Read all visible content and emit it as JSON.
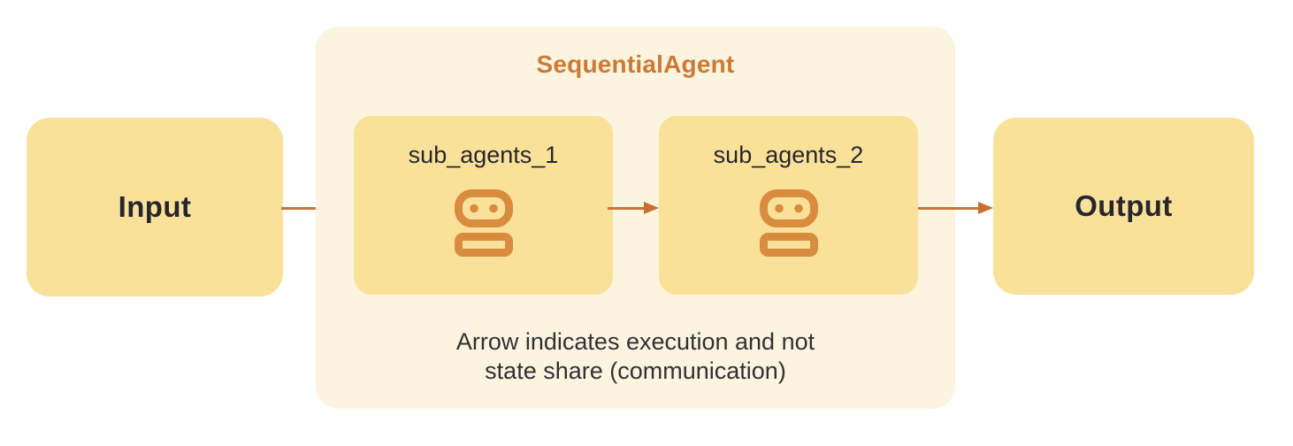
{
  "title": "SequentialAgent",
  "nodes": {
    "input": {
      "label": "Input"
    },
    "sub1": {
      "label": "sub_agents_1",
      "icon": "robot-icon"
    },
    "sub2": {
      "label": "sub_agents_2",
      "icon": "robot-icon"
    },
    "output": {
      "label": "Output"
    }
  },
  "caption": {
    "line1": "Arrow indicates execution and not",
    "line2": "state share (communication)"
  },
  "colors": {
    "page_bg": "#FFFFFF",
    "container_bg": "#FCF4DE",
    "node_bg": "#FAE199",
    "title_orange": "#CB7A35",
    "icon_orange": "#DA8C3E",
    "arrow_orange": "#C9753A",
    "node_text_dark": "#26262E",
    "caption_text": "#303036"
  }
}
